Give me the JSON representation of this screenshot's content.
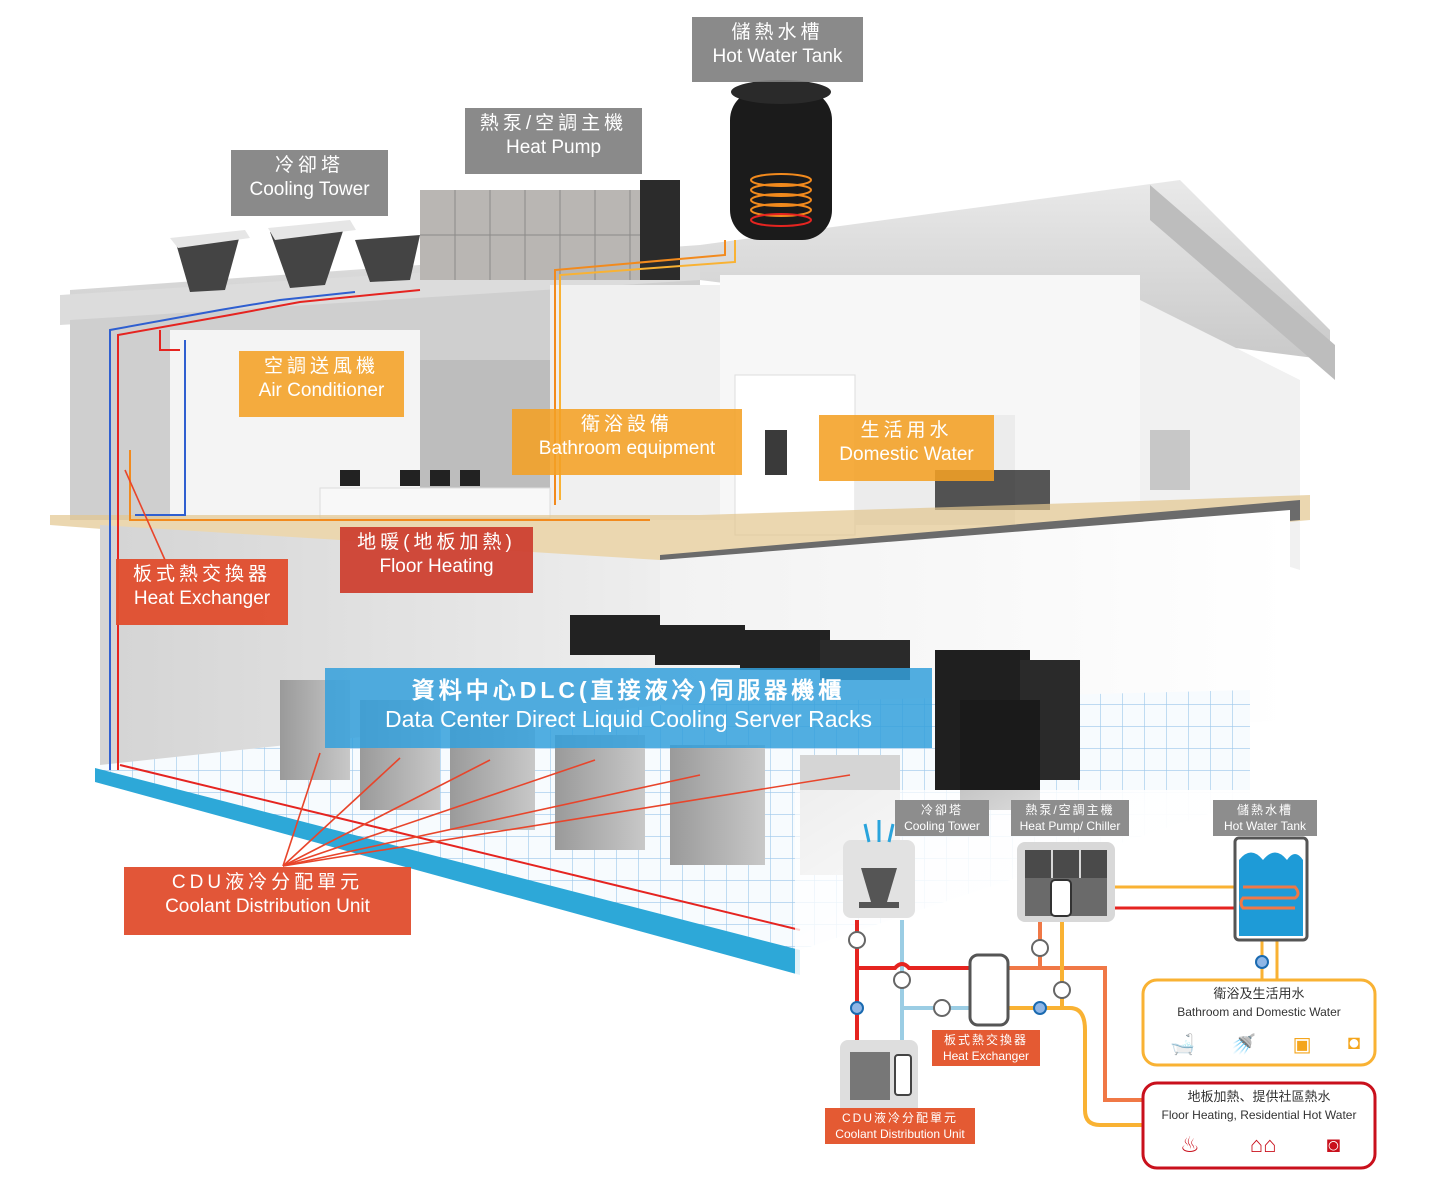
{
  "title": "Data Center Direct Liquid Cooling heat recovery diagram",
  "colors": {
    "label_grey": "#808080",
    "label_orange": "#F4A024",
    "label_red": "#E04D2D",
    "label_blue": "#34A0DC",
    "pipe_hot": "#E52420",
    "pipe_warm": "#F07846",
    "pipe_yellow": "#F9B233",
    "pipe_cold": "#9BCDE4",
    "pipe_blue": "#2F5FD0",
    "tank_water": "#1E9BD7"
  },
  "building_labels": {
    "hot_water_tank": {
      "zh": "儲熱水槽",
      "en": "Hot Water Tank"
    },
    "heat_pump": {
      "zh": "熱泵/空調主機",
      "en": "Heat Pump"
    },
    "cooling_tower": {
      "zh": "冷卻塔",
      "en": "Cooling Tower"
    },
    "air_conditioner": {
      "zh": "空調送風機",
      "en": "Air Conditioner"
    },
    "bathroom": {
      "zh": "衛浴設備",
      "en": "Bathroom equipment"
    },
    "domestic_water": {
      "zh": "生活用水",
      "en": "Domestic Water"
    },
    "floor_heating": {
      "zh": "地暖(地板加熱)",
      "en": "Floor Heating"
    },
    "heat_exchanger": {
      "zh": "板式熱交換器",
      "en": "Heat Exchanger"
    },
    "server_racks": {
      "zh": "資料中心DLC(直接液冷)伺服器機櫃",
      "en": "Data Center Direct Liquid Cooling Server Racks"
    },
    "cdu": {
      "zh": "CDU液冷分配單元",
      "en": "Coolant Distribution Unit"
    }
  },
  "schematic": {
    "cooling_tower": {
      "zh": "冷卻塔",
      "en": "Cooling Tower"
    },
    "heat_pump": {
      "zh": "熱泵/空調主機",
      "en": "Heat Pump/ Chiller"
    },
    "hot_water_tank": {
      "zh": "儲熱水槽",
      "en": "Hot Water Tank"
    },
    "heat_exchanger": {
      "zh": "板式熱交換器",
      "en": "Heat Exchanger"
    },
    "cdu": {
      "zh": "CDU液冷分配單元",
      "en": "Coolant Distribution Unit"
    },
    "bathroom_domestic": {
      "zh": "衛浴及生活用水",
      "en": "Bathroom and Domestic Water",
      "icons": [
        "bathtub-icon",
        "shower-icon",
        "water-heater-icon",
        "water-glass-icon"
      ]
    },
    "floor_residential": {
      "zh": "地板加熱、提供社區熱水",
      "en": "Floor Heating, Residential Hot Water",
      "icons": [
        "floor-heating-icon",
        "houses-icon",
        "boiler-icon"
      ]
    }
  }
}
